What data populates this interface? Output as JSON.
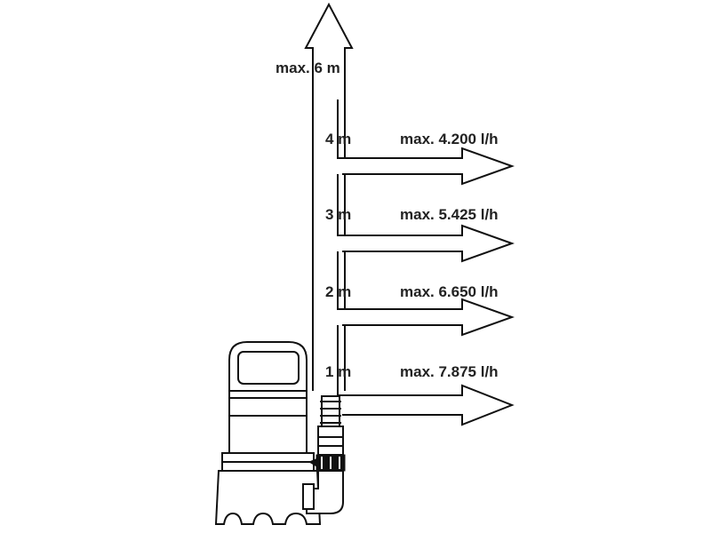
{
  "diagram": {
    "max_head_label": "max. 6 m",
    "levels": [
      {
        "height_label": "4 m",
        "flow_label": "max. 4.200 l/h"
      },
      {
        "height_label": "3 m",
        "flow_label": "max. 5.425 l/h"
      },
      {
        "height_label": "2 m",
        "flow_label": "max. 6.650 l/h"
      },
      {
        "height_label": "1 m",
        "flow_label": "max. 7.875 l/h"
      }
    ]
  }
}
